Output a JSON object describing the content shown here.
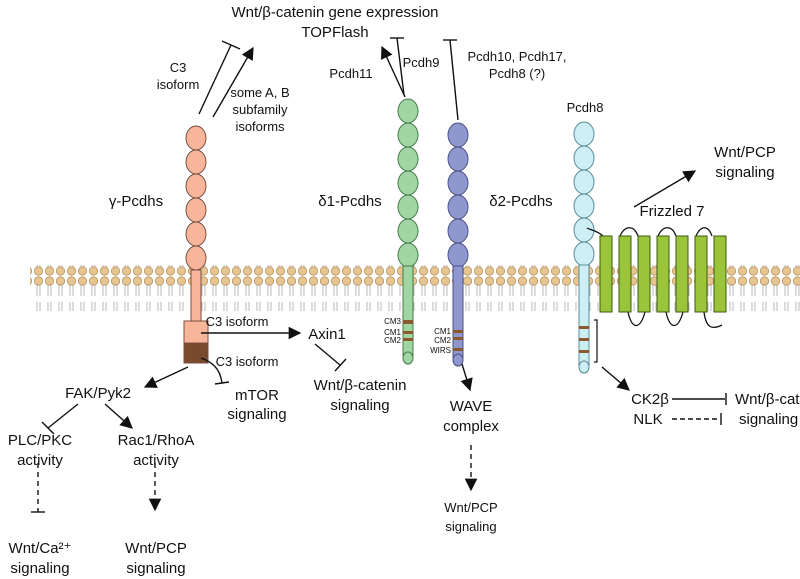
{
  "diagram": {
    "top": {
      "wnt_gene_expression": "Wnt/β-catenin gene expression",
      "topflash": "TOPFlash"
    },
    "gamma": {
      "name": "γ-Pcdhs",
      "c3_isoform_line1": "C3",
      "c3_isoform_line2": "isoform",
      "ab_line1": "some A, B",
      "ab_line2": "subfamily",
      "ab_line3": "isoforms",
      "c3_axin_label": "C3 isoform",
      "c3_mtor_label": "C3 isoform",
      "axin1": "Axin1",
      "wnt_bcat_line1": "Wnt/β-catenin",
      "wnt_bcat_line2": "signaling",
      "mtor_line1": "mTOR",
      "mtor_line2": "signaling",
      "fak": "FAK/Pyk2",
      "plc_line1": "PLC/PKC",
      "plc_line2": "activity",
      "rac_line1": "Rac1/RhoA",
      "rac_line2": "activity",
      "wntca_line1": "Wnt/Ca²⁺",
      "wntca_line2": "signaling",
      "wntpcp_line1": "Wnt/PCP",
      "wntpcp_line2": "signaling"
    },
    "delta1": {
      "name": "δ1-Pcdhs",
      "pcdh11": "Pcdh11",
      "pcdh9": "Pcdh9",
      "cm3": "CM3",
      "cm1": "CM1",
      "cm2": "CM2"
    },
    "delta2": {
      "name": "δ2-Pcdhs",
      "pcdh_line1": "Pcdh10, Pcdh17,",
      "pcdh_line2": "Pcdh8 (?)",
      "cm1": "CM1",
      "cm2": "CM2",
      "wirs": "WIRS",
      "wave_line1": "WAVE",
      "wave_line2": "complex",
      "pcp_line1": "Wnt/PCP",
      "pcp_line2": "signaling"
    },
    "pcdh8": {
      "name": "Pcdh8",
      "frizzled": "Frizzled 7",
      "pcp_line1": "Wnt/PCP",
      "pcp_line2": "signaling",
      "ck2b": "CK2β",
      "nlk": "NLK",
      "wnt_line1": "Wnt/β-catenin",
      "wnt_line2": "signaling"
    },
    "colors": {
      "gamma": "#f7b59a",
      "gamma_dark": "#7a4a2e",
      "delta1": "#9fd6a2",
      "delta2": "#8e98cf",
      "pcdh8": "#cdeef4",
      "frizzled": "#9ac43a",
      "lipid": "#e6c592",
      "cm_band": "#8a5a2c"
    }
  }
}
